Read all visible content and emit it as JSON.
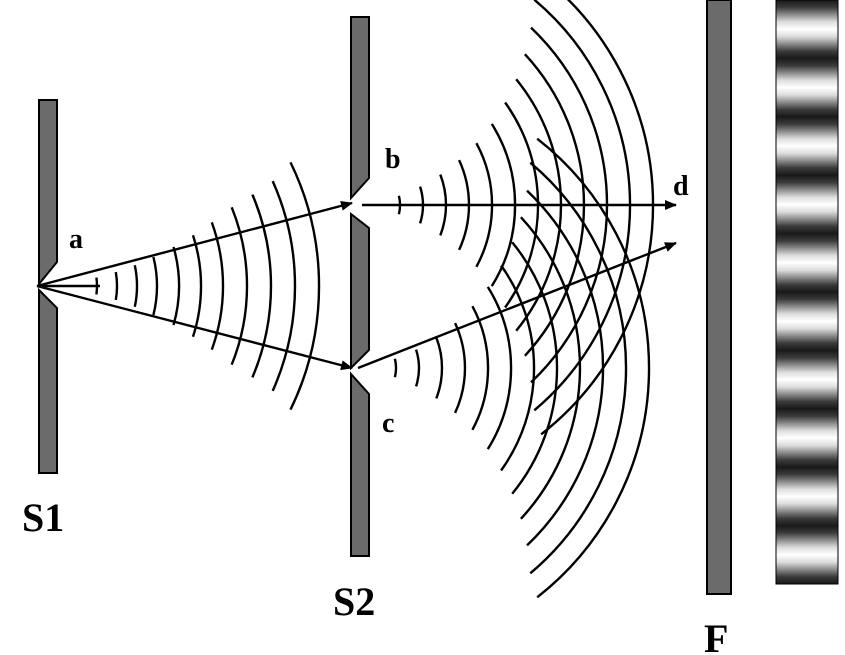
{
  "labels": {
    "a": "a",
    "b": "b",
    "c": "c",
    "d": "d",
    "s1": "S1",
    "s2": "S2",
    "f": "F"
  },
  "colors": {
    "barrier": "#6b6b6b",
    "line": "#000000",
    "background": "#ffffff"
  },
  "fringe_pattern": {
    "bright_bands": 10
  }
}
